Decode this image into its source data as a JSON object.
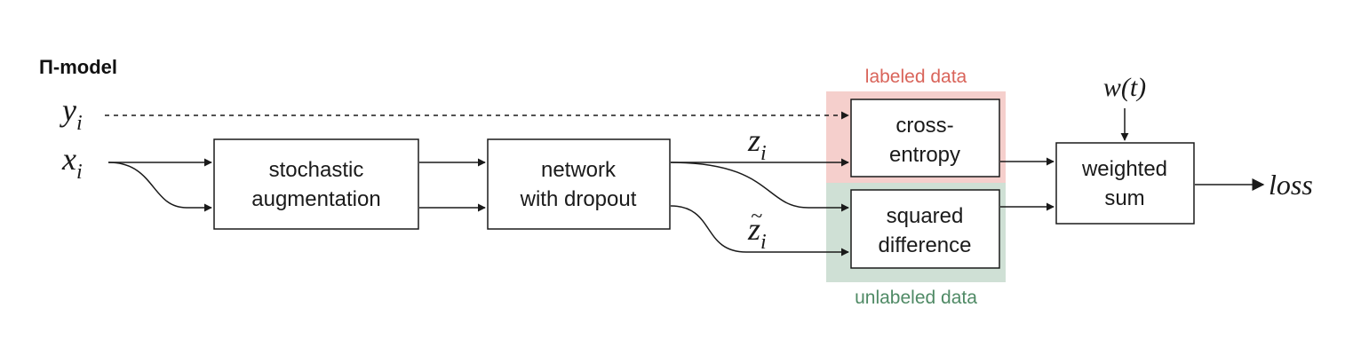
{
  "title": "Π-model",
  "inputs": {
    "y": {
      "symbol": "y",
      "subscript": "i"
    },
    "x": {
      "symbol": "x",
      "subscript": "i"
    }
  },
  "boxes": {
    "augmentation": [
      "stochastic",
      "augmentation"
    ],
    "network": [
      "network",
      "with dropout"
    ],
    "cross_entropy": [
      "cross-",
      "entropy"
    ],
    "squared_difference": [
      "squared",
      "difference"
    ],
    "weighted_sum": [
      "weighted",
      "sum"
    ]
  },
  "outputs": {
    "z": {
      "symbol": "z",
      "subscript": "i"
    },
    "z_tilde": {
      "symbol": "z",
      "accent": "~",
      "subscript": "i"
    }
  },
  "weight": "w(t)",
  "loss": "loss",
  "regions": {
    "labeled": {
      "label": "labeled data",
      "color": "#d9645a",
      "fill": "#f5cfcc"
    },
    "unlabeled": {
      "label": "unlabeled data",
      "color": "#4f8a65",
      "fill": "#cfe0d5"
    }
  }
}
